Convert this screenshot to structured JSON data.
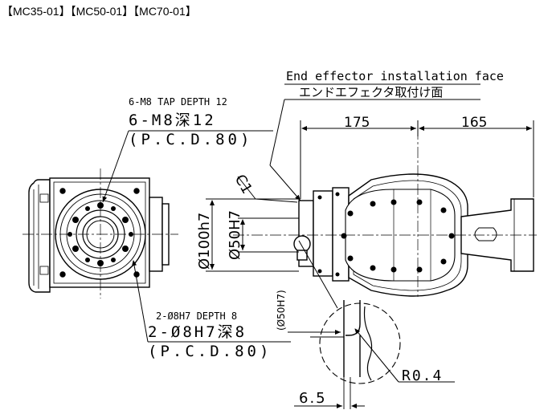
{
  "title": "【MC35-01】【MC50-01】【MC70-01】",
  "labels": {
    "face_en": "End effector installation face",
    "face_jp": "エンドエフェクタ取付け面",
    "tap_en": "6-M8 TAP DEPTH 12",
    "tap_jp": "6-M8深12",
    "tap_pcd": "(P.C.D.80)",
    "pin_en": "2-Ø8H7 DEPTH 8",
    "pin_jp": "2-Ø8H7深8",
    "pin_pcd": "(P.C.D.80)",
    "d175": "175",
    "d165": "165",
    "c1": "C1",
    "d100": "Ø100h7",
    "d50": "Ø50H7",
    "d50_small": "(Ø50H7)",
    "r04": "R0.4",
    "d65": "6.5"
  }
}
